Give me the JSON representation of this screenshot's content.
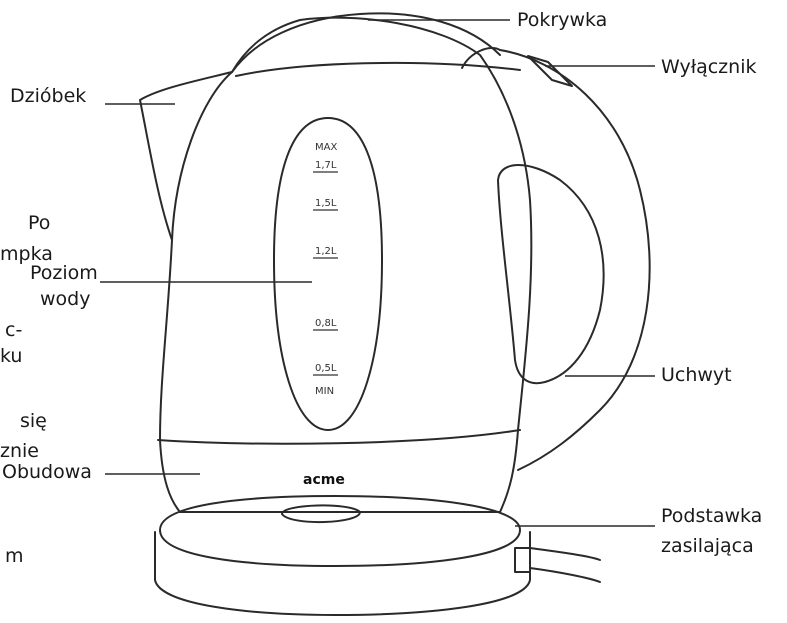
{
  "labels": {
    "lid": "Pokrywka",
    "switch": "Wyłącznik",
    "spout": "Dzióbek",
    "water_level_line1": "Poziom",
    "water_level_line2": "wody",
    "handle": "Uchwyt",
    "housing": "Obudowa",
    "base_line1": "Podstawka",
    "base_line2": "zasilająca"
  },
  "scale_marks": [
    "MAX",
    "1,7L",
    "1,5L",
    "1,2L",
    "0,8L",
    "0,5L",
    "MIN"
  ],
  "brand": "acme",
  "clipped_text": [
    "Po",
    "mpka",
    "c-",
    "ku",
    "się",
    "znie",
    "m"
  ],
  "colors": {
    "line": "#2a2a2a",
    "text": "#1a1a1a"
  }
}
